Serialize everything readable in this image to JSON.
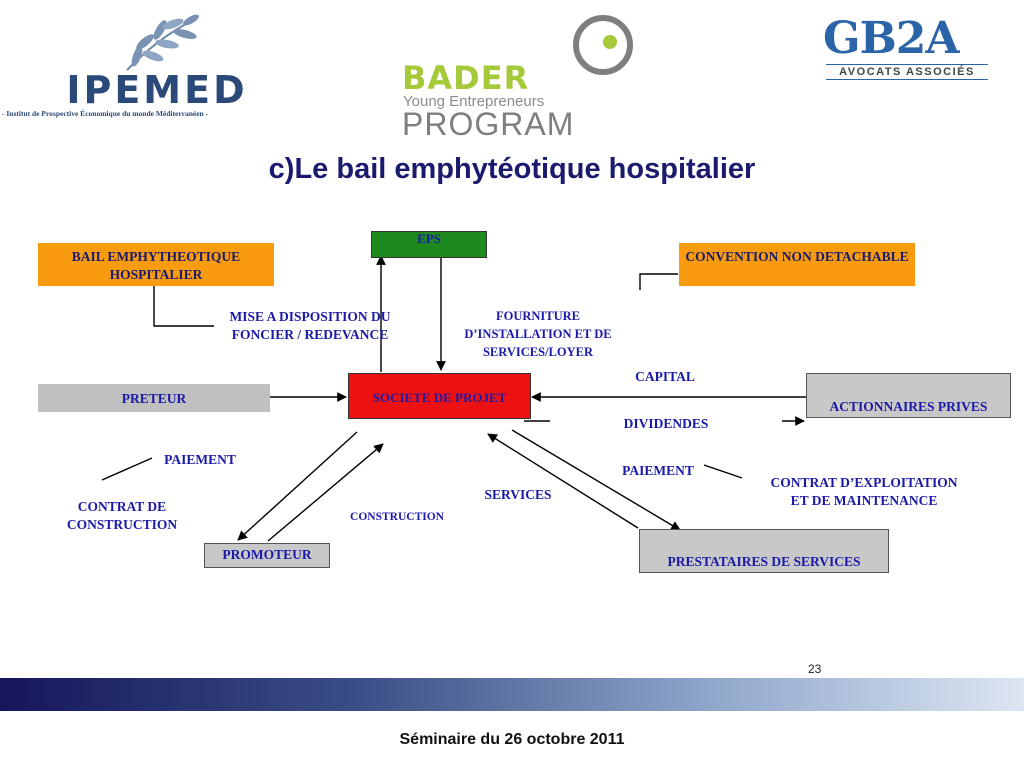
{
  "logos": {
    "ipemed": {
      "name": "IPEMED",
      "subtitle": "- Institut de Prospective Économique du monde Méditerranéen -"
    },
    "bader": {
      "title": "BADER",
      "subtitle": "Young Entrepreneurs",
      "program": "PROGRAM"
    },
    "gb2a": {
      "title": "GB2A",
      "subtitle": "AVOCATS ASSOCIÉS"
    }
  },
  "slide": {
    "title": "c)Le bail emphytéotique hospitalier",
    "page_number": "23",
    "footer": "Séminaire du 26 octobre 2011"
  },
  "diagram": {
    "nodes": {
      "eps": "EPS",
      "bail": "BAIL EMPHYTHEOTIQUE HOSPITALIER",
      "convention": "CONVENTION NON DETACHABLE",
      "societe": "SOCIETE DE PROJET",
      "preteur": "PRETEUR",
      "actionnaires": "ACTIONNAIRES PRIVES",
      "promoteur": "PROMOTEUR",
      "prestataires": "PRESTATAIRES DE SERVICES"
    },
    "labels": {
      "mise_line1": "MISE A DISPOSITION DU",
      "mise_line2": "FONCIER / REDEVANCE",
      "fourniture_line1": "FOURNITURE",
      "fourniture_line2": "D’INSTALLATION ET DE",
      "fourniture_line3": "SERVICES/LOYER",
      "capital": "CAPITAL",
      "dividendes": "DIVIDENDES",
      "paiement_left": "PAIEMENT",
      "paiement_right": "PAIEMENT",
      "contrat_construction_line1": "CONTRAT DE",
      "contrat_construction_line2": "CONSTRUCTION",
      "construction": "CONSTRUCTION",
      "services": "SERVICES",
      "contrat_exploitation_line1": "CONTRAT D’EXPLOITATION",
      "contrat_exploitation_line2": "ET DE MAINTENANCE"
    }
  },
  "colors": {
    "title": "#1a1a6e",
    "label_text": "#1a1aa8",
    "orange": "#f89b0f",
    "green": "#1e8a1e",
    "red": "#ee1111",
    "grey": "#c0c0c0"
  }
}
